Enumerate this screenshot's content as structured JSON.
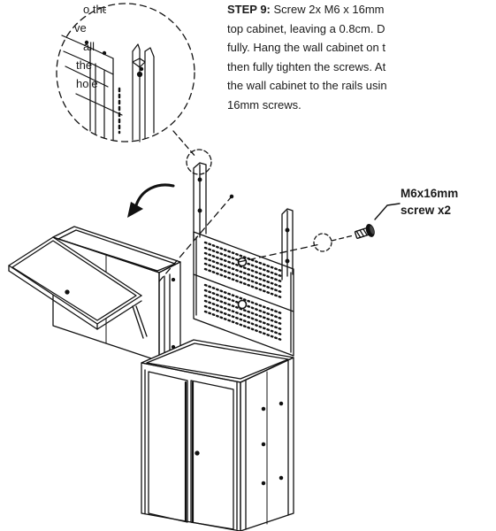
{
  "left_text": [
    "o the",
    "ve",
    "all",
    "the",
    "hole"
  ],
  "step": {
    "label": "STEP 9:",
    "first_line": " Screw 2x M6 x 16mm",
    "lines": [
      "top cabinet, leaving a 0.8cm. D",
      "fully. Hang the wall cabinet on t",
      "then fully tighten the screws. At",
      "the wall cabinet to the rails usin",
      "16mm screws."
    ]
  },
  "callout": {
    "line1": "M6x16mm",
    "line2": "screw x2"
  },
  "diagram_parts": {
    "detail_view": "magnified-rail-detail",
    "arrow": "rotation-arrow",
    "screw_icon": "screw-icon"
  }
}
